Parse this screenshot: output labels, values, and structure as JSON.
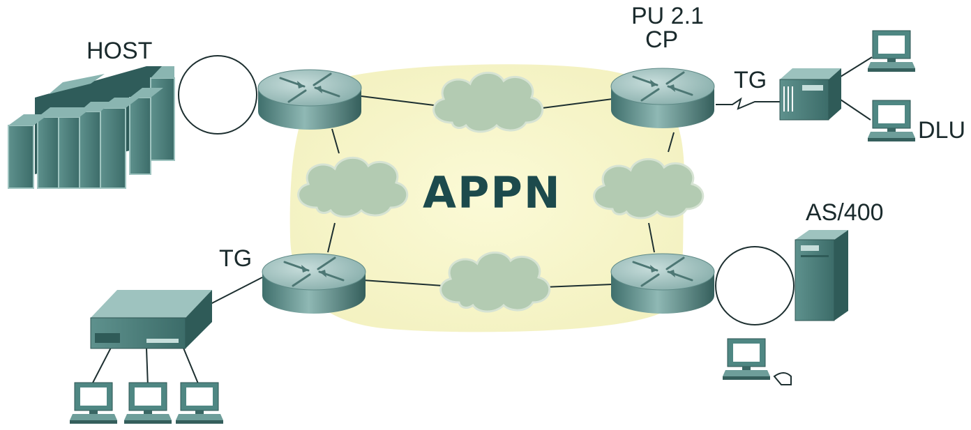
{
  "title": "APPN",
  "labels": {
    "host": "HOST",
    "pu": "PU 2.1",
    "cp": "CP",
    "tg_top": "TG",
    "dlu": "DLU",
    "as400": "AS/400",
    "tg_bottom": "TG"
  },
  "colors": {
    "appn_region": "#f6f4c6",
    "router": "#7fa9a5",
    "cloud": "#b5ccb4",
    "device": "#3f7672",
    "link": "#1d2f30"
  },
  "icons": [
    "router-icon",
    "cloud-icon",
    "host-mainframe-icon",
    "as400-icon",
    "terminal-icon",
    "cluster-controller-icon",
    "controller-icon",
    "token-ring-icon"
  ]
}
